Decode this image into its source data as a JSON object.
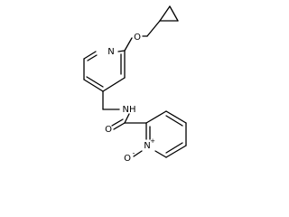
{
  "molecule": {
    "atoms": {
      "pyridine_n": "N",
      "ether_o": "O",
      "amide_nh": "NH",
      "carbonyl_o": "O",
      "oxide_n": "N",
      "oxide_o": "O"
    },
    "charges": {
      "oxide_n": "+",
      "oxide_o": "-"
    }
  }
}
